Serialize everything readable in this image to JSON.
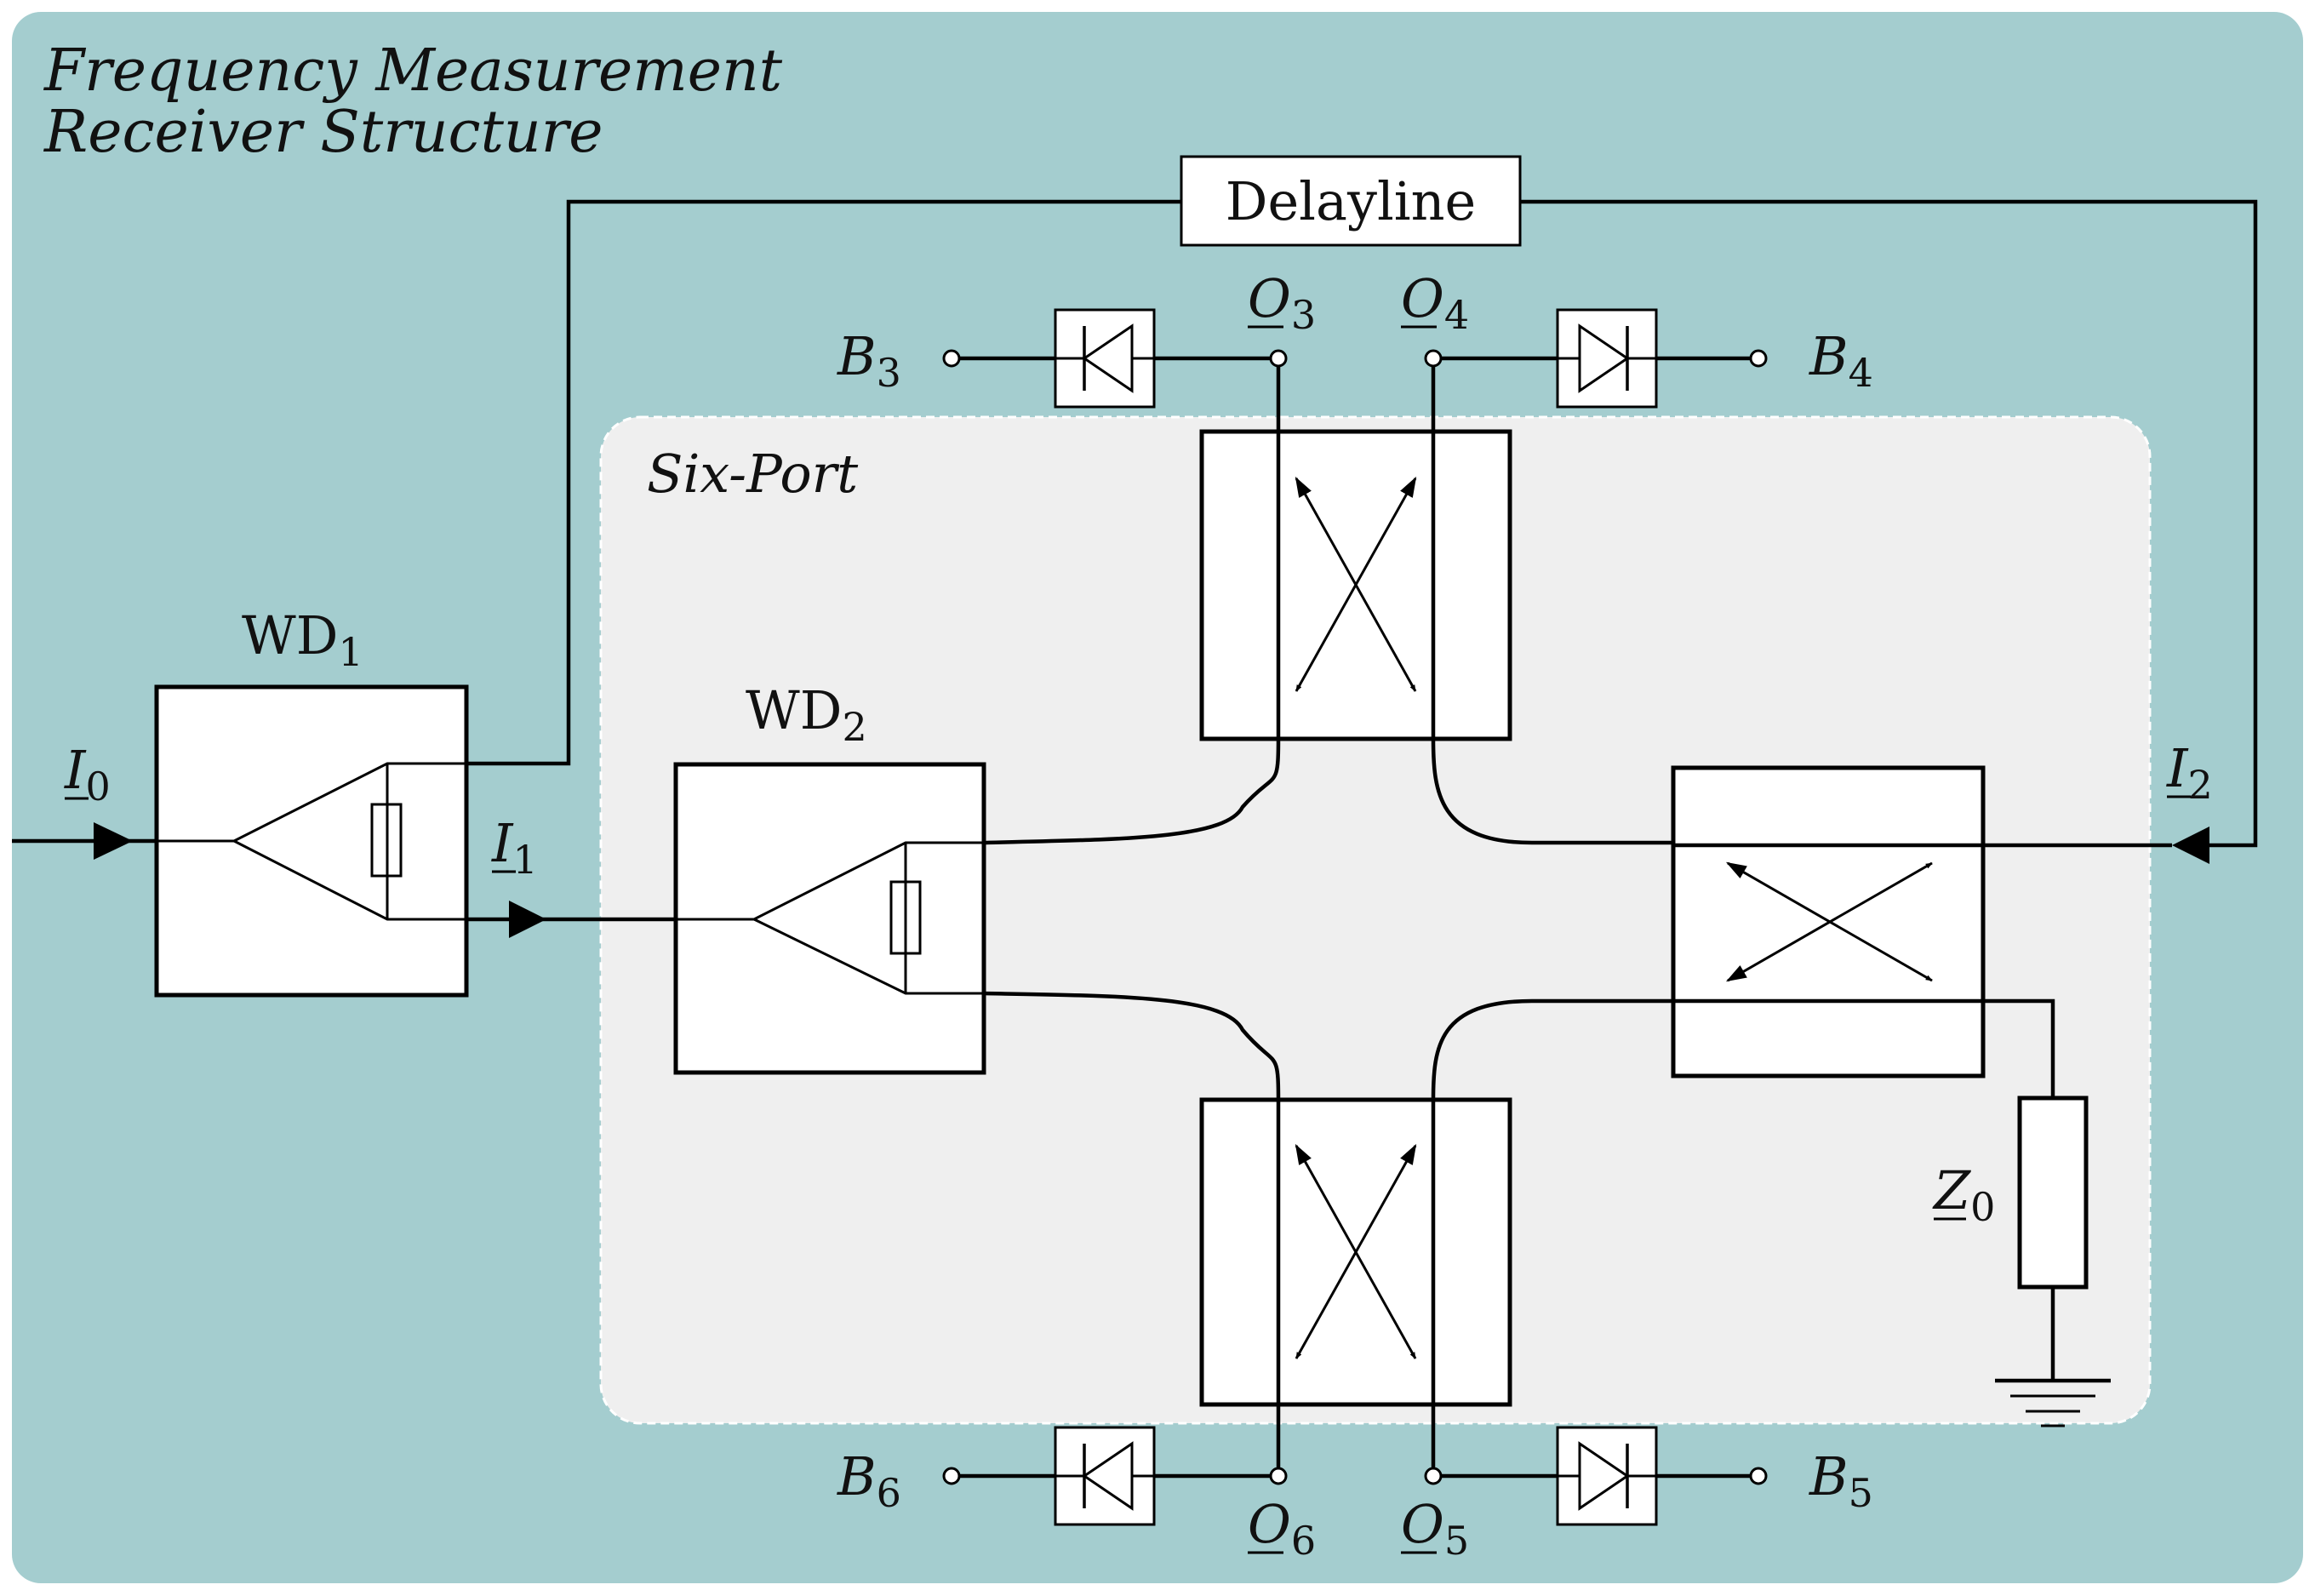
{
  "title": {
    "line1": "Frequency Measurement",
    "line2": "Receiver Structure"
  },
  "six_port_label": "Six-Port",
  "delayline_label": "Delayline",
  "dividers": [
    {
      "name": "WD",
      "sub": "1"
    },
    {
      "name": "WD",
      "sub": "2"
    }
  ],
  "inputs": [
    {
      "name": "I",
      "sub": "0"
    },
    {
      "name": "I",
      "sub": "1"
    },
    {
      "name": "I",
      "sub": "2"
    }
  ],
  "outputs": [
    {
      "name": "O",
      "sub": "3"
    },
    {
      "name": "O",
      "sub": "4"
    },
    {
      "name": "O",
      "sub": "5"
    },
    {
      "name": "O",
      "sub": "6"
    }
  ],
  "baseband": [
    {
      "name": "B",
      "sub": "3"
    },
    {
      "name": "B",
      "sub": "4"
    },
    {
      "name": "B",
      "sub": "5"
    },
    {
      "name": "B",
      "sub": "6"
    }
  ],
  "load": {
    "name": "Z",
    "sub": "0"
  },
  "colors": {
    "background": "#a4cdcf",
    "six_port": "#efefef",
    "ink": "#000000"
  },
  "icons": [
    "diode-icon",
    "resistor-icon",
    "ground-icon",
    "coupler-cross-icon",
    "arrow-head-icon"
  ]
}
